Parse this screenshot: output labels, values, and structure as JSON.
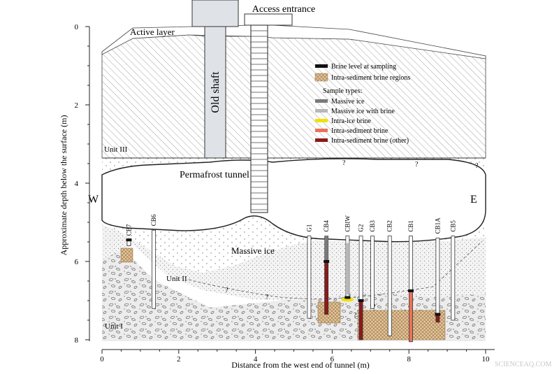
{
  "title_labels": {
    "access_entrance": "Access entrance",
    "active_layer": "Active layer",
    "old_shaft": "Old shaft",
    "permafrost_tunnel": "Permafrost tunnel",
    "massive_ice": "Massive ice",
    "unit_iii": "Unit III",
    "unit_ii": "Unit II",
    "unit_i": "Unit I",
    "west": "W",
    "east": "E",
    "question": "?"
  },
  "axes": {
    "y_label": "Approximate depth below the surface (m)",
    "x_label": "Distance from the west end of tunnel (m)",
    "y_ticks": [
      "0",
      "2",
      "4",
      "6",
      "8"
    ],
    "x_ticks": [
      "0",
      "2",
      "4",
      "6",
      "8",
      "10"
    ]
  },
  "legend": {
    "brine_level": "Brine level at sampling",
    "intra_sediment_regions": "Intra-sediment brine regions",
    "sample_types_heading": "Sample types:",
    "items": [
      {
        "label": "Massive ice",
        "color": "#7a7a7a"
      },
      {
        "label": "Massive ice with brine",
        "color": "#b8b8b8"
      },
      {
        "label": "Intra-ice brine",
        "color": "#f2e100"
      },
      {
        "label": "Intra-sediment brine",
        "color": "#e8735a"
      },
      {
        "label": "Intra-sediment brine (other)",
        "color": "#8b1a1a"
      }
    ]
  },
  "boreholes": [
    {
      "label": "CB7",
      "x_m": 0.7,
      "bottom_m": 5.6,
      "type": "none"
    },
    {
      "label": "CB6",
      "x_m": 1.35,
      "bottom_m": 7.2,
      "type": "none"
    },
    {
      "label": "G1",
      "x_m": 5.4,
      "bottom_m": 7.45,
      "type": "none"
    },
    {
      "label": "CB4",
      "x_m": 5.85,
      "bottom_m": 7.35,
      "type": "intra-sediment brine (other)"
    },
    {
      "label": "CBIW",
      "x_m": 6.4,
      "bottom_m": 6.95,
      "type": "intra-ice brine"
    },
    {
      "label": "G2",
      "x_m": 6.75,
      "bottom_m": 8.0,
      "type": "intra-sediment brine (other)"
    },
    {
      "label": "CB3",
      "x_m": 7.05,
      "bottom_m": 7.2,
      "type": "none"
    },
    {
      "label": "CB2",
      "x_m": 7.5,
      "bottom_m": 7.9,
      "type": "none"
    },
    {
      "label": "CB1",
      "x_m": 8.05,
      "bottom_m": 8.05,
      "type": "intra-sediment brine"
    },
    {
      "label": "CB1A",
      "x_m": 8.75,
      "bottom_m": 7.55,
      "type": "intra-sediment brine (other)"
    },
    {
      "label": "CB5",
      "x_m": 9.15,
      "bottom_m": 7.5,
      "type": "none"
    }
  ],
  "watermark": "SCIENCEAQ.COM"
}
